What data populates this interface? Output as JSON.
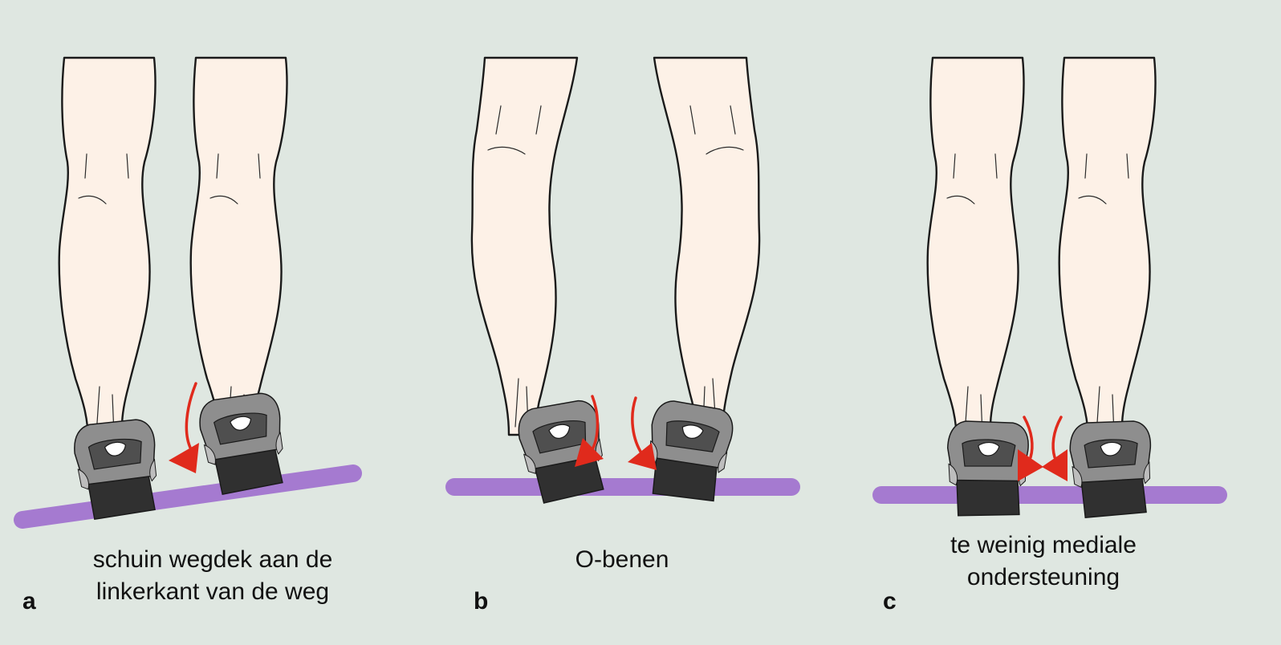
{
  "panels": [
    {
      "letter": "a",
      "caption_line1": "schuin wegdek aan de",
      "caption_line2": "linkerkant van de weg"
    },
    {
      "letter": "b",
      "caption_line1": "O-benen"
    },
    {
      "letter": "c",
      "caption_line1": "te weinig mediale",
      "caption_line2": "ondersteuning"
    }
  ],
  "colors": {
    "background": "#dfe7e1",
    "skin": "#fdf1e7",
    "road": "#a57ad0",
    "arrow": "#e02a1c",
    "shoe_sole": "#303030"
  }
}
